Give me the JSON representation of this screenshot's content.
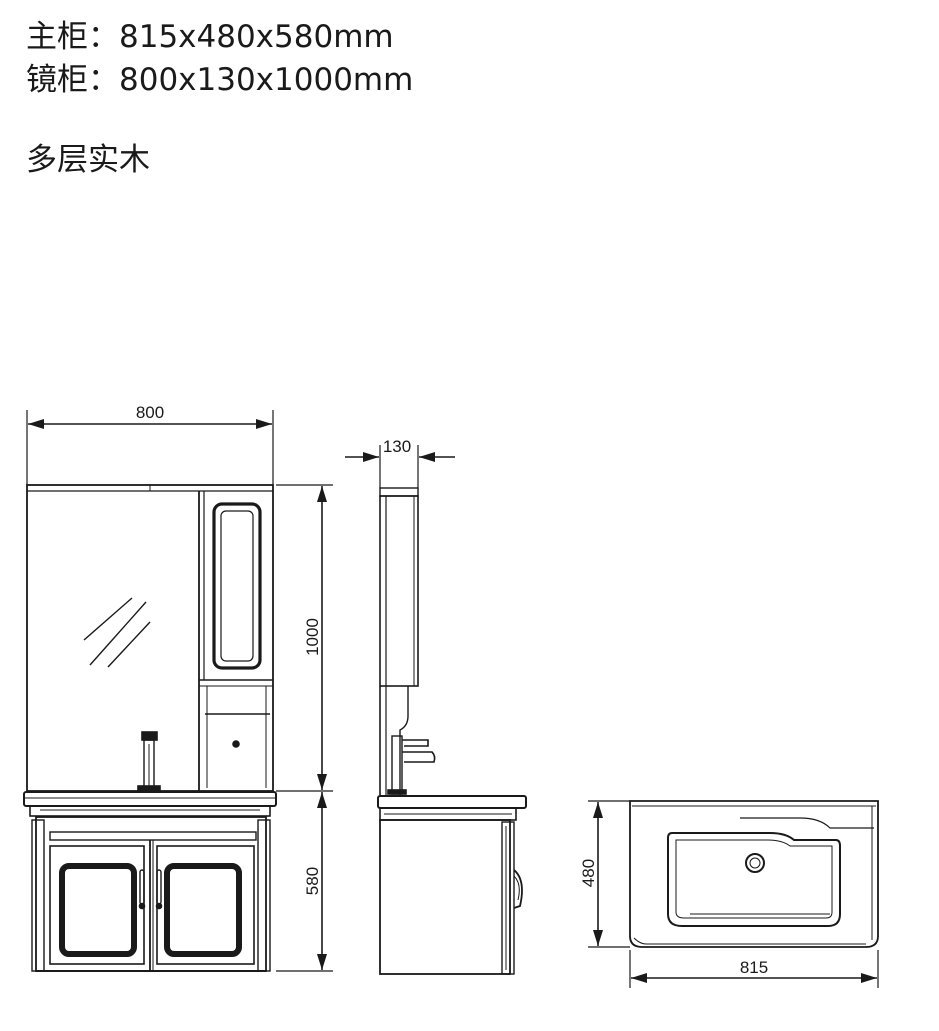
{
  "specs": {
    "main_cabinet_label": "主柜",
    "main_cabinet_size": "815x480x580mm",
    "mirror_cabinet_label": "镜柜",
    "mirror_cabinet_size": "800x130x1000mm",
    "separator": "：",
    "material": "多层实木"
  },
  "dimensions": {
    "mirror_width": "800",
    "mirror_depth": "130",
    "mirror_height": "1000",
    "cabinet_height": "580",
    "cabinet_depth": "480",
    "cabinet_width": "815"
  },
  "colors": {
    "line": "#1a1a1a",
    "background": "#ffffff"
  }
}
